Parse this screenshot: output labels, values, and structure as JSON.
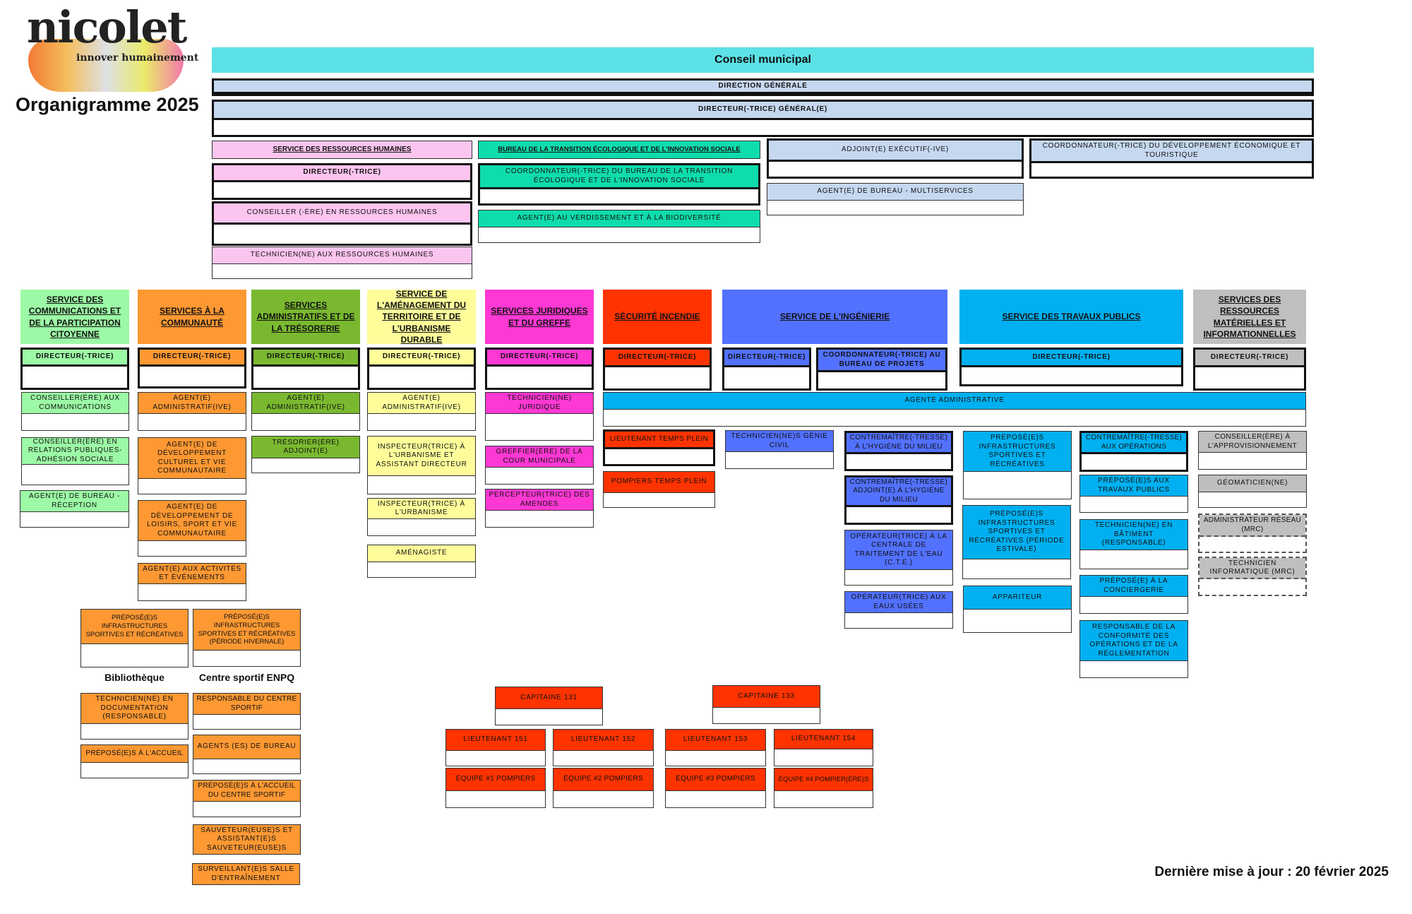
{
  "header": {
    "logo_text": "nicolet",
    "logo_tagline": "innover humainement",
    "title": "Organigramme 2025",
    "updated": "Dernière mise à jour : 20 février 2025"
  },
  "top": {
    "council": "Conseil municipal",
    "direction": "DIRECTION GÉNÉRALE",
    "dg": "DIRECTEUR(-TRICE) GÉNÉRAL(E)"
  },
  "hr": {
    "service": "SERVICE DES RESSOURCES HUMAINES",
    "director": "DIRECTEUR(-TRICE)",
    "advisor": "CONSEILLER (-ÈRE) EN RESSOURCES HUMAINES",
    "technician": "TECHNICIEN(NE) AUX RESSOURCES HUMAINES"
  },
  "eco": {
    "service": "BUREAU DE LA TRANSITION ÉCOLOGIQUE ET DE L'INNOVATION SOCIALE",
    "coordinator": "COORDONNATEUR(-TRICE) DU BUREAU DE LA TRANSITION ÉCOLOGIQUE ET DE L'INNOVATION SOCIALE",
    "agent": "AGENT(E) AU VERDISSEMENT ET À LA BIODIVERSITÉ"
  },
  "exec": {
    "deputy": "ADJOINT(E) EXÉCUTIF(-IVE)",
    "office": "AGENT(E) DE BUREAU - MULTISERVICES",
    "devcoord": "COORDONNATEUR(-TRICE) DU DÉVELOPPEMENT ÉCONOMIQUE ET TOURISTIQUE"
  },
  "director_label": "DIRECTEUR(-TRICE)",
  "comm": {
    "service": "SERVICE DES COMMUNICATIONS ET DE LA PARTICIPATION CITOYENNE",
    "items": [
      "CONSEILLER(ÈRE) AUX COMMUNICATIONS",
      "CONSEILLER(ÈRE) EN RELATIONS PUBLIQUES- ADHÉSION SOCIALE",
      "AGENT(E) DE BUREAU - RÉCEPTION"
    ]
  },
  "community": {
    "service": "SERVICES À LA COMMUNAUTÉ",
    "items": [
      "AGENT(E) ADMINISTRATIF(IVE)",
      "AGENT(E) DE DÉVELOPPEMENT CULTUREL ET VIE COMMUNAUTAIRE",
      "AGENT(E) DE DÉVELOPPEMENT DE LOISIRS, SPORT ET VIE COMMUNAUTAIRE",
      "AGENT(E) AUX ACTIVITÉS ET ÉVÉNEMENTS"
    ],
    "facilities": [
      "PRÉPOSÉ(E)S INFRASTRUCTURES SPORTIVES ET RÉCRÉATIVES",
      "PRÉPOSÉ(E)S INFRASTRUCTURES SPORTIVES ET RÉCRÉATIVES (PÉRIODE HIVERNALE)"
    ],
    "library": {
      "label": "Bibliothèque",
      "items": [
        "TECHNICIEN(NE) EN DOCUMENTATION (RESPONSABLE)",
        "PRÉPOSÉ(E)S À L'ACCUEIL"
      ]
    },
    "sports": {
      "label": "Centre sportif ENPQ",
      "items": [
        "RESPONSABLE DU CENTRE SPORTIF",
        "AGENTS (ES) DE BUREAU",
        "PRÉPOSÉ(E)S À L'ACCUEIL DU CENTRE SPORTIF",
        "SAUVETEUR(EUSE)S ET ASSISTANT(E)S SAUVETEUR(EUSE)S",
        "SURVEILLANT(E)S SALLE D'ENTRAÎNEMENT"
      ]
    }
  },
  "admin": {
    "service": "SERVICES ADMINISTRATIFS ET DE LA TRÉSORERIE",
    "items": [
      "AGENT(E) ADMINISTRATIF(IVE)",
      "TRÉSORIER(ÈRE) ADJOINT(E)"
    ]
  },
  "urban": {
    "service": "SERVICE DE L'AMÉNAGEMENT DU TERRITOIRE ET DE L'URBANISME DURABLE",
    "items": [
      "AGENT(E) ADMINISTRATIF(IVE)",
      "INSPECTEUR(TRICE) À L'URBANISME ET ASSISTANT DIRECTEUR",
      "INSPECTEUR(TRICE) À L'URBANISME",
      "AMÉNAGISTE"
    ]
  },
  "legal": {
    "service": "SERVICES JURIDIQUES ET DU GREFFE",
    "items": [
      "TECHNICIEN(NE) JURIDIQUE",
      "GREFFIER(ÈRE) DE LA COUR MUNICIPALE",
      "PERCEPTEUR(TRICE) DES AMENDES"
    ]
  },
  "fire": {
    "service": "SÉCURITÉ INCENDIE",
    "items": [
      "LIEUTENANT TEMPS PLEIN",
      "POMPIERS TEMPS PLEIN"
    ],
    "captains": [
      "CAPITAINE 131",
      "CAPITAINE 133"
    ],
    "lieutenants": [
      "LIEUTENANT 151",
      "LIEUTENANT 152",
      "LIEUTENANT 153",
      "LIEUTENANT 154"
    ],
    "teams": [
      "ÉQUIPE #1 POMPIERS",
      "ÉQUIPE #2 POMPIERS",
      "ÉQUIPE #3 POMPIERS",
      "ÉQUIPE #4 POMPIER(ÈRE)S"
    ]
  },
  "eng": {
    "service": "SERVICE DE L'INGÉNIERIE",
    "coordinator": "COORDONNATEUR(-TRICE) AU BUREAU DE PROJETS",
    "civil": "TECHNICIEN(NE)S GÉNIE CIVIL",
    "items": [
      "CONTREMAÎTRE(-TRESSE) À L'HYGIÈNE DU MILIEU",
      "CONTREMAÎTRE(-TRESSE) ADJOINT(E) À L'HYGIÈNE DU MILIEU",
      "OPÉRATEUR(TRICE) À LA CENTRALE DE TRAITEMENT DE L'EAU (C.T.E.)",
      "OPÉRATEUR(TRICE) AUX EAUX USÉES"
    ]
  },
  "shared": {
    "admin_agent": "AGENTE ADMINISTRATIVE"
  },
  "works": {
    "service": "SERVICE DES TRAVAUX PUBLICS",
    "col1": [
      "PRÉPOSÉ(E)S INFRASTRUCTURES SPORTIVES ET RÉCRÉATIVES",
      "PRÉPOSÉ(E)S INFRASTRUCTURES SPORTIVES ET RÉCRÉATIVES (PÉRIODE ESTIVALE)",
      "APPARITEUR"
    ],
    "col2": [
      "CONTREMAÎTRE(-TRESSE) AUX OPÉRATIONS",
      "PRÉPOSÉ(E)S AUX TRAVAUX PUBLICS",
      "TECHNICIEN(NE) EN BÂTIMENT (RESPONSABLE)",
      "PRÉPOSÉ(E) À LA CONCIERGERIE",
      "RESPONSABLE DE LA CONFORMITÉ DES OPÉRATIONS ET DE LA RÉGLEMENTATION"
    ]
  },
  "material": {
    "service": "SERVICES DES RESSOURCES MATÉRIELLES ET INFORMATIONNELLES",
    "items": [
      "CONSEILLER(ÈRE) À L'APPROVISIONNEMENT",
      "GÉOMATICIEN(NE)",
      "ADMINISTRATEUR RÉSEAU (MRC)",
      "TECHNICIEN INFORMATIQUE (MRC)"
    ]
  }
}
